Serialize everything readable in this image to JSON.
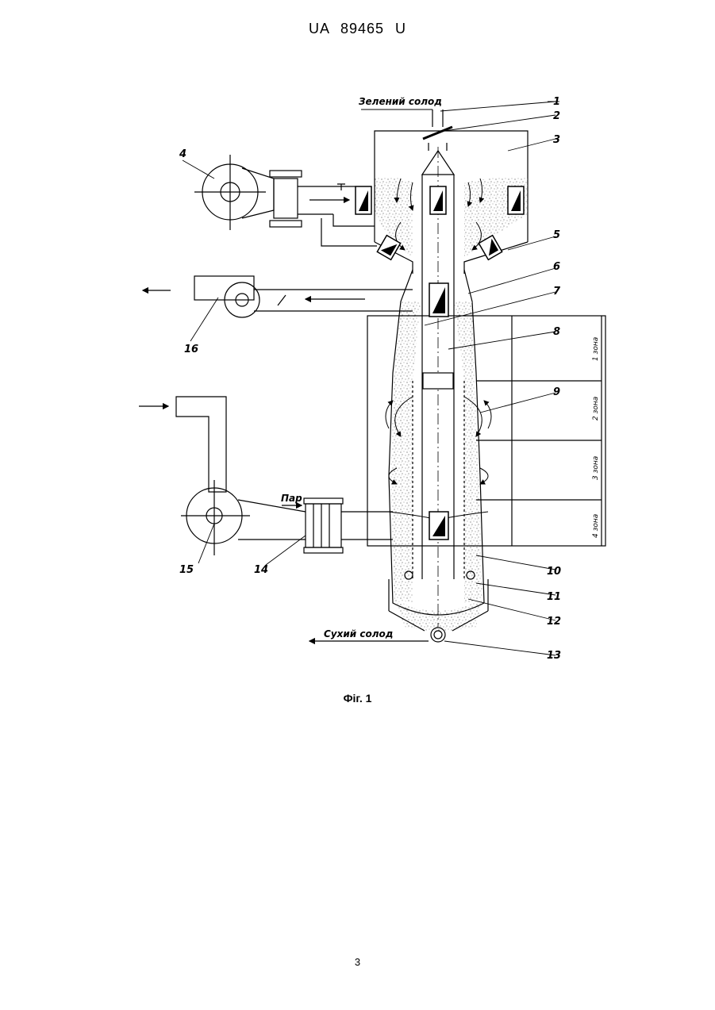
{
  "document": {
    "header": "UA 89465 U",
    "caption": "Фіг. 1",
    "page_number": "3"
  },
  "figure": {
    "labels": {
      "green_malt": "Зелений солод",
      "dry_malt": "Сухий солод",
      "steam": "Пар"
    },
    "callouts": [
      "1",
      "2",
      "3",
      "4",
      "5",
      "6",
      "7",
      "8",
      "9",
      "10",
      "11",
      "12",
      "13",
      "14",
      "15",
      "16"
    ],
    "zones": [
      "1 зона",
      "2 зона",
      "3 зона",
      "4 зона"
    ]
  }
}
